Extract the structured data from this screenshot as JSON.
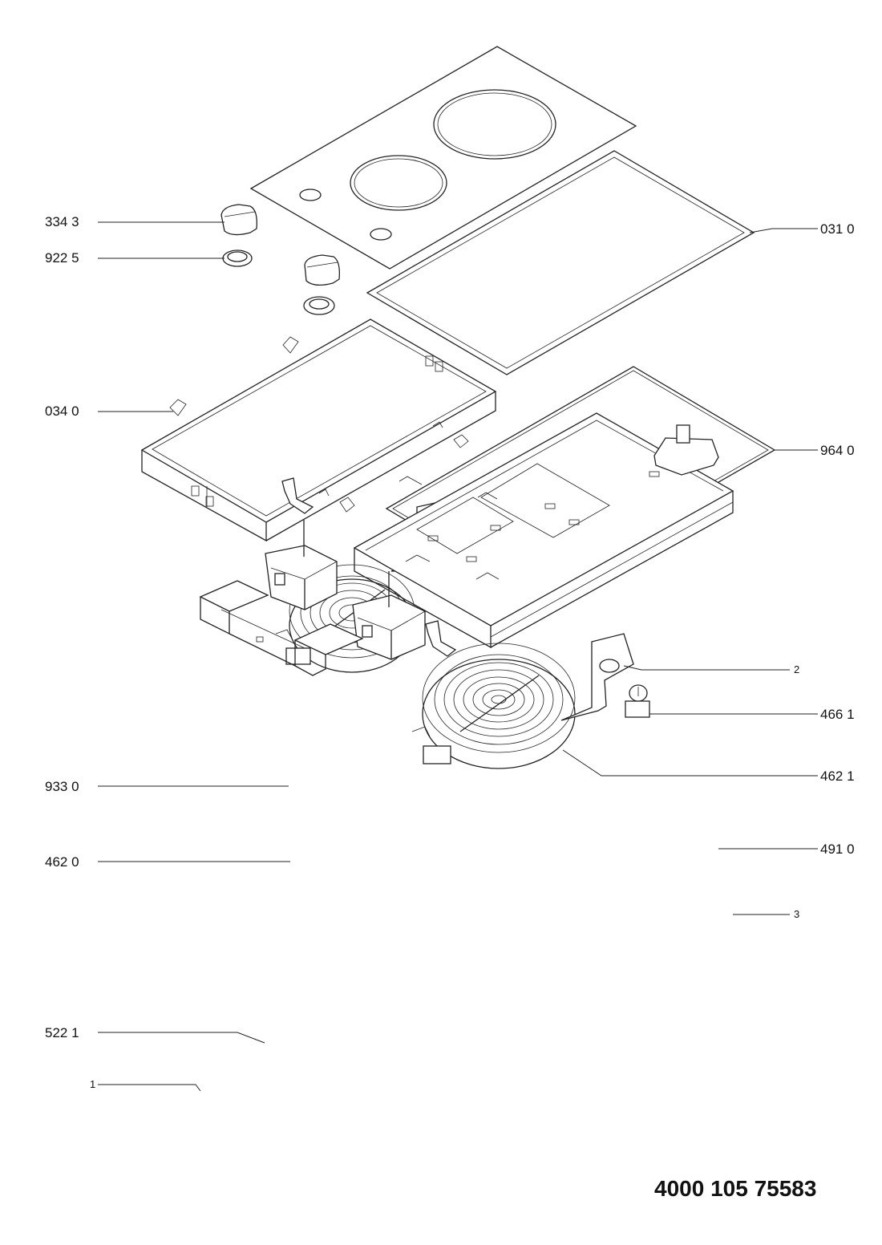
{
  "labels": {
    "p334_3": "334 3",
    "p922_5": "922 5",
    "p034_0": "034 0",
    "p031_0": "031 0",
    "p964_0": "964 0",
    "p2": "2",
    "p466_1": "466 1",
    "p462_1": "462 1",
    "p933_0": "933 0",
    "p462_0": "462 0",
    "p491_0": "491 0",
    "p3": "3",
    "p522_1": "522 1",
    "p1": "1"
  },
  "document_number": "4000 105 75583"
}
